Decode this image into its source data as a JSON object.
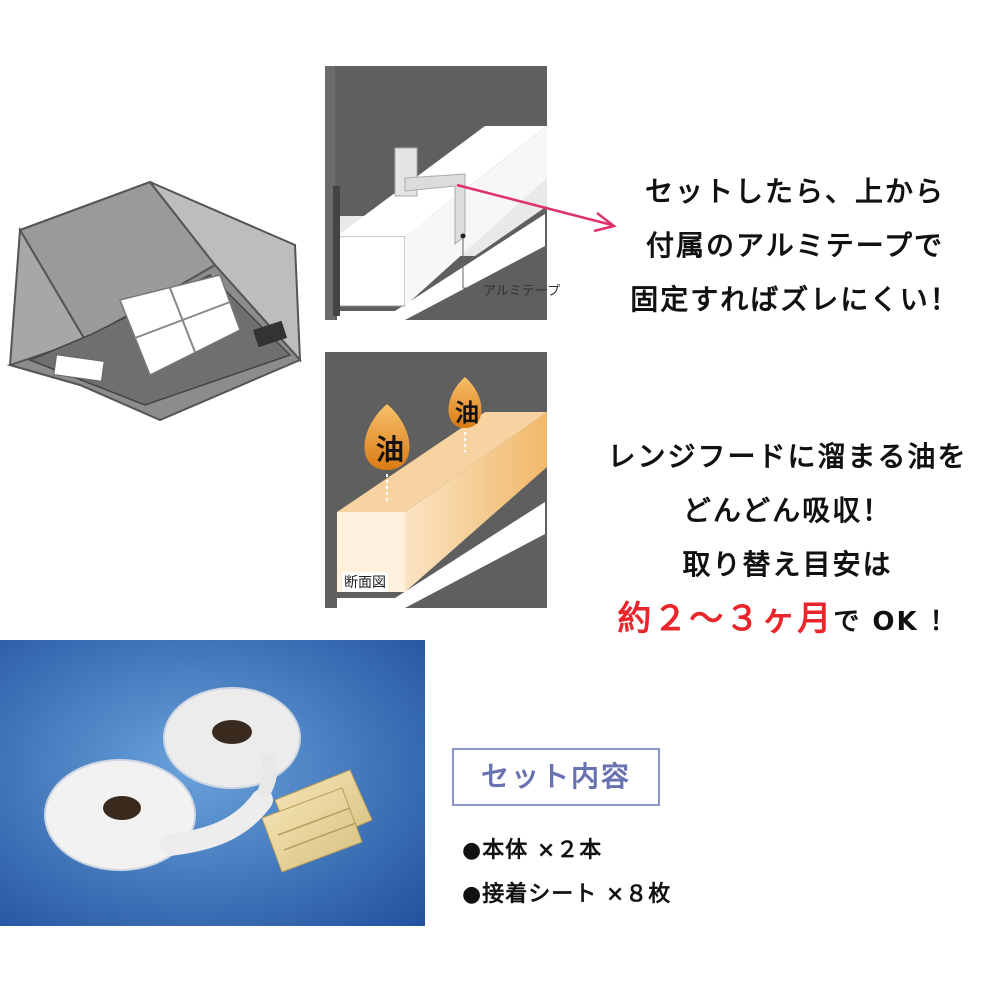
{
  "captions": {
    "top_lines": [
      "セットしたら、上から",
      "付属のアルミテープで",
      "固定すればズレにくい！"
    ],
    "mid_lines": [
      "レンジフードに溜まる油を",
      "どんどん吸収！",
      "取り替え目安は"
    ],
    "mid_highlight": "約２〜３ヶ月",
    "mid_tail": "で OK ！"
  },
  "diagram_labels": {
    "aluminum_tape": "アルミテープ",
    "oil_drop_1": "油",
    "oil_drop_2": "油",
    "cross_section": "断面図"
  },
  "set_contents": {
    "title": "セット内容",
    "items": [
      "●本体 ×２本",
      "●接着シート ×８枚"
    ]
  },
  "colors": {
    "arrow": "#e0336b",
    "highlight": "#e8262b",
    "box_border": "#8a96c8",
    "oil": "#e8982a"
  }
}
